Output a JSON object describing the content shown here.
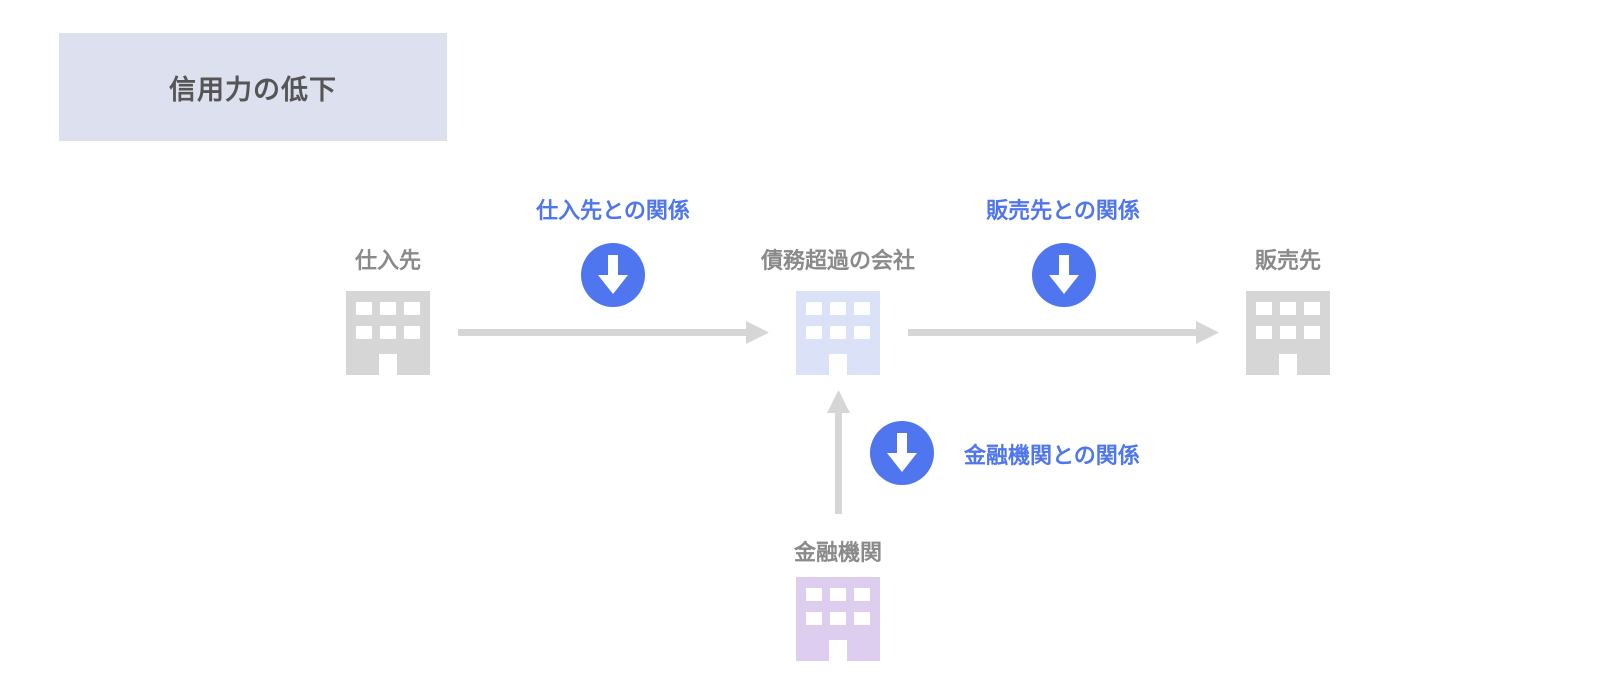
{
  "title": "信用力の低下",
  "entities": {
    "supplier": "仕入先",
    "company": "債務超過の会社",
    "customer": "販売先",
    "bank": "金融機関"
  },
  "relations": {
    "supplier": "仕入先との関係",
    "customer": "販売先との関係",
    "bank": "金融機関との関係"
  },
  "colors": {
    "title_bg": "#dde0ef",
    "accent_blue": "#4f76ee",
    "building_gray": "#d6d6d6",
    "building_company": "#dbe2f8",
    "building_bank": "#ddcdef",
    "arrow_gray": "#d6d6d6"
  },
  "icons": {
    "building": "building-icon",
    "decline": "down-arrow-icon"
  }
}
